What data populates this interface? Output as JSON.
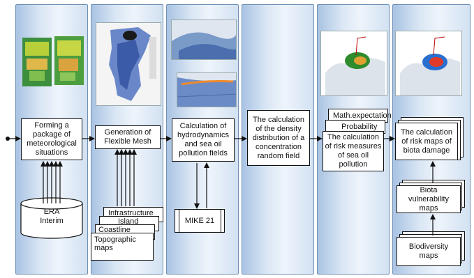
{
  "steps": [
    {
      "label": "Forming a package of meteorological situations"
    },
    {
      "label": "Generation of Flexible Mesh"
    },
    {
      "label": "Calculation of hydrodynamics and  sea oil pollution  fields"
    },
    {
      "label": "The calculation of the density distribution of a concentration random field"
    },
    {
      "label": "The calculation of risk measures of sea oil pollution"
    },
    {
      "label": "The calculation of risk maps of biota damage"
    }
  ],
  "inputs": {
    "era": "ERA Interim",
    "mike": "MIKE 21",
    "mesh_docs": [
      "Infrastructure",
      "Island",
      "Coastline",
      "Topographic maps"
    ],
    "risk_docs": [
      "Math.expectation",
      "Probability"
    ],
    "biota_vulnerability": "Biota vulnerability maps",
    "biodiversity": "Biodiversity maps"
  },
  "colors": {
    "panel_border": "#6f8fb3",
    "panel_fill": "#dbe7f5",
    "arrow": "#111111"
  }
}
